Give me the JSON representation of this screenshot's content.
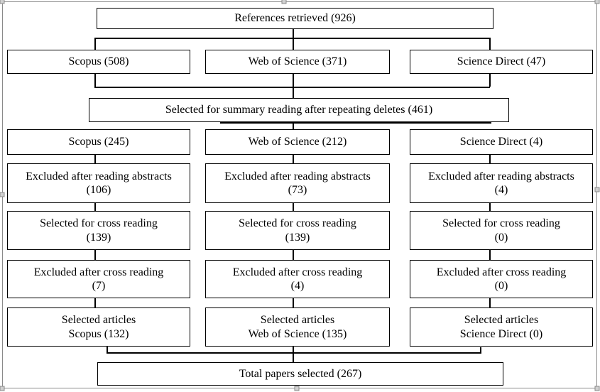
{
  "flowchart": {
    "top_box": "References retrieved (926)",
    "rows": {
      "sources_initial": [
        "Scopus (508)",
        "Web of Science (371)",
        "Science Direct (47)"
      ],
      "summary_box": "Selected for summary reading after repeating deletes (461)",
      "sources_deduped": [
        "Scopus (245)",
        "Web of Science (212)",
        "Science Direct (4)"
      ],
      "excluded_abstracts": [
        "Excluded after reading abstracts\n(106)",
        "Excluded after reading abstracts\n(73)",
        "Excluded after reading abstracts\n(4)"
      ],
      "cross_reading": [
        "Selected for cross reading\n(139)",
        "Selected for cross reading\n(139)",
        "Selected for cross reading\n(0)"
      ],
      "excluded_cross": [
        "Excluded after cross reading\n(7)",
        "Excluded after cross reading\n(4)",
        "Excluded after cross reading\n(0)"
      ],
      "selected_articles": [
        "Selected articles\nScopus (132)",
        "Selected articles\nWeb of Science (135)",
        "Selected articles\nScience Direct (0)"
      ],
      "total_box": "Total papers selected (267)"
    }
  },
  "colors": {
    "box_border": "#000000",
    "text": "#000000",
    "background": "#ffffff",
    "canvas_border": "#8a8a8a",
    "handle_fill": "#d0d0d0"
  }
}
